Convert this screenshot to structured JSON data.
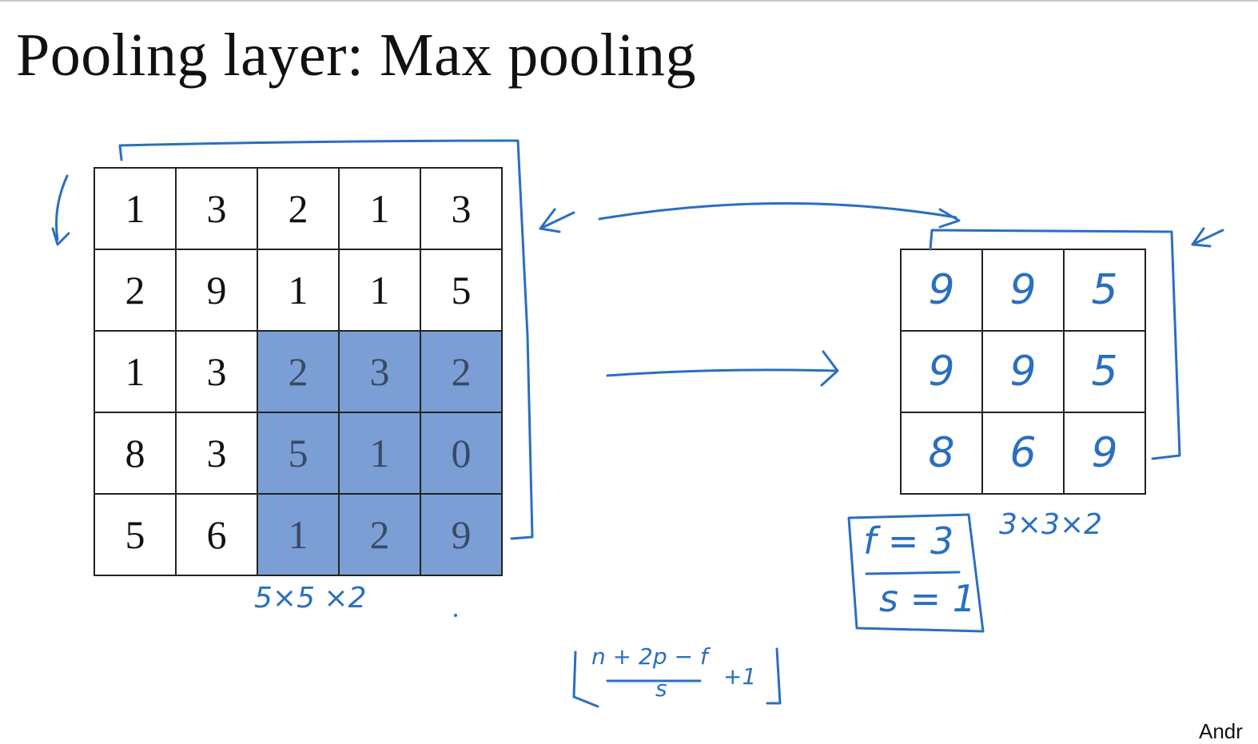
{
  "slide": {
    "title": "Pooling layer: Max pooling",
    "author_partial": "Andr"
  },
  "input": {
    "label": "5×5 ×2",
    "rows": [
      [
        "1",
        "3",
        "2",
        "1",
        "3"
      ],
      [
        "2",
        "9",
        "1",
        "1",
        "5"
      ],
      [
        "1",
        "3",
        "2",
        "3",
        "2"
      ],
      [
        "8",
        "3",
        "5",
        "1",
        "0"
      ],
      [
        "5",
        "6",
        "1",
        "2",
        "9"
      ]
    ],
    "highlight": {
      "row_start": 2,
      "row_end": 4,
      "col_start": 2,
      "col_end": 4,
      "color": "#7b9fd4"
    }
  },
  "output": {
    "label": "3×3×2",
    "rows": [
      [
        "9",
        "9",
        "5"
      ],
      [
        "9",
        "9",
        "5"
      ],
      [
        "8",
        "6",
        "9"
      ]
    ]
  },
  "hyperparams": {
    "filter": "f = 3",
    "stride": "s = 1"
  },
  "formula": {
    "numerator": "n + 2p − f",
    "denominator": "s",
    "suffix": "+1"
  },
  "colors": {
    "ink": "#2a6fc0",
    "highlight": "#7b9fd4",
    "grid_line": "#222222"
  }
}
